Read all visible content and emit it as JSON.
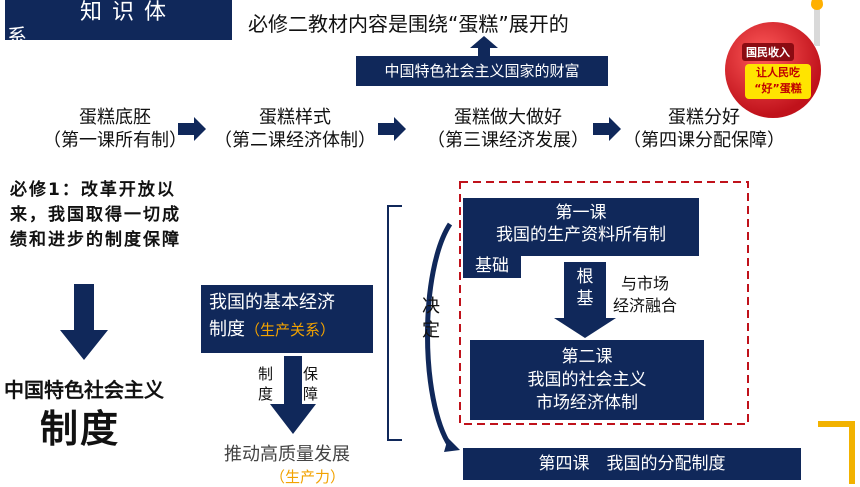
{
  "title_box": {
    "line1": "知识体",
    "line2": "系"
  },
  "headline": "必修二教材内容是围绕“蛋糕”展开的",
  "subtitle": "中国特色社会主义国家的财富",
  "cake_badge": {
    "label1": "国民收入",
    "label2_line1": "让人民吃",
    "label2_line2": "“好”蛋糕"
  },
  "lessons_row": [
    {
      "title": "蛋糕底胚",
      "sub": "（第一课所有制）"
    },
    {
      "title": "蛋糕样式",
      "sub": "（第二课经济体制）"
    },
    {
      "title": "蛋糕做大做好",
      "sub": "（第三课经济发展）"
    },
    {
      "title": "蛋糕分好",
      "sub": "（第四课分配保障）"
    }
  ],
  "left_text": "必修1：改革开放以来，我国取得一切成绩和进步的制度保障",
  "left_bottom": {
    "line1": "中国特色社会主义",
    "line2": "制度"
  },
  "basic_system": {
    "line1": "我国的基本经济",
    "line2a": "制度",
    "line2b": "（生产关系）"
  },
  "arrow_labels": {
    "left": "制度",
    "right": "保障"
  },
  "promote": {
    "line1": "推动高质量发展",
    "line2": "（生产力）"
  },
  "decide": "决定",
  "lesson1": {
    "line1": "第一课",
    "line2": "我国的生产资料所有制",
    "line3": "基础"
  },
  "root": "根基",
  "fuse": {
    "line1": "与市场",
    "line2": "经济融合"
  },
  "lesson2": {
    "line1": "第二课",
    "line2": "我国的社会主义",
    "line3": "市场经济体制"
  },
  "lesson4": "第四课　我国的分配制度",
  "colors": {
    "navy": "#10285a",
    "orange": "#f2a200",
    "dashed_red": "#c0121b",
    "accent_yellow": "#f2b200"
  }
}
